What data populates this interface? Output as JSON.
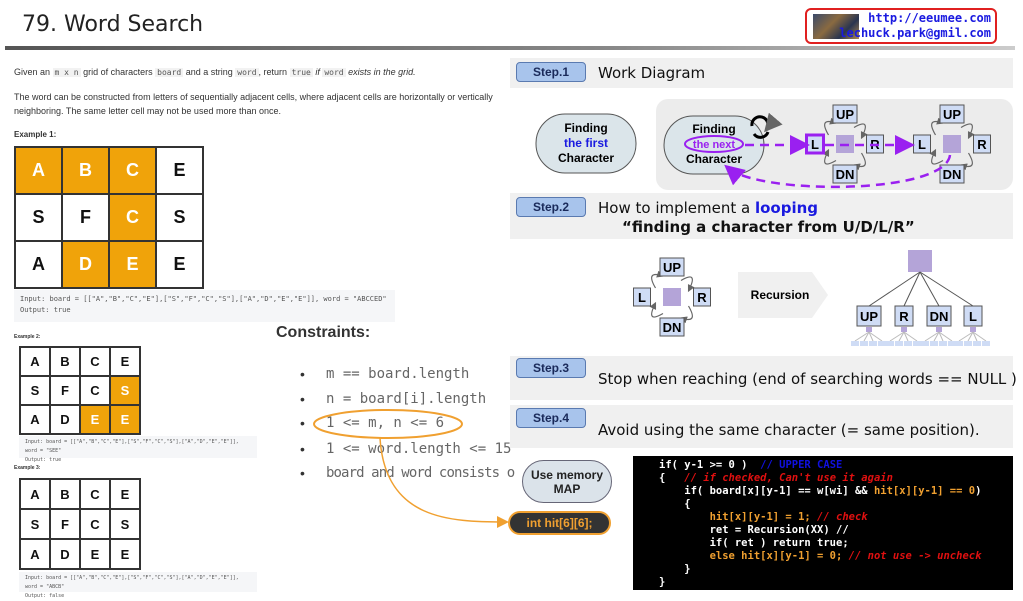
{
  "header": {
    "title": "79. Word Search",
    "contact_url": "http://eeumee.com",
    "contact_email": "lechuck.park@gmil.com"
  },
  "problem": {
    "p1_a": "Given an ",
    "p1_mxn": "m x n",
    "p1_b": " grid of characters ",
    "p1_board": "board",
    "p1_c": " and a string ",
    "p1_word": "word",
    "p1_d": ", return ",
    "p1_true": "true",
    "p1_e": " if ",
    "p1_word2": "word",
    "p1_f": " exists in the grid.",
    "p2": "The word can be constructed from letters of sequentially adjacent cells, where adjacent cells are horizontally or vertically neighboring. The same letter cell may not be used more than once.",
    "examples": [
      {
        "label": "Example 1:",
        "grid": [
          [
            "A",
            "B",
            "C",
            "E"
          ],
          [
            "S",
            "F",
            "C",
            "S"
          ],
          [
            "A",
            "D",
            "E",
            "E"
          ]
        ],
        "highlight": [
          [
            0,
            0
          ],
          [
            0,
            1
          ],
          [
            0,
            2
          ],
          [
            1,
            2
          ],
          [
            2,
            1
          ],
          [
            2,
            2
          ]
        ],
        "input": "Input: board = [[\"A\",\"B\",\"C\",\"E\"],[\"S\",\"F\",\"C\",\"S\"],[\"A\",\"D\",\"E\",\"E\"]], word = \"ABCCED\"",
        "output": "Output: true"
      },
      {
        "label": "Example 2:",
        "grid": [
          [
            "A",
            "B",
            "C",
            "E"
          ],
          [
            "S",
            "F",
            "C",
            "S"
          ],
          [
            "A",
            "D",
            "E",
            "E"
          ]
        ],
        "highlight": [
          [
            1,
            3
          ],
          [
            2,
            2
          ],
          [
            2,
            3
          ]
        ],
        "input": "Input: board = [[\"A\",\"B\",\"C\",\"E\"],[\"S\",\"F\",\"C\",\"S\"],[\"A\",\"D\",\"E\",\"E\"]], word = \"SEE\"",
        "output": "Output: true"
      },
      {
        "label": "Example 3:",
        "grid": [
          [
            "A",
            "B",
            "C",
            "E"
          ],
          [
            "S",
            "F",
            "C",
            "S"
          ],
          [
            "A",
            "D",
            "E",
            "E"
          ]
        ],
        "highlight": [],
        "input": "Input: board = [[\"A\",\"B\",\"C\",\"E\"],[\"S\",\"F\",\"C\",\"S\"],[\"A\",\"D\",\"E\",\"E\"]], word = \"ABCB\"",
        "output": "Output: false"
      }
    ]
  },
  "constraints": {
    "title": "Constraints:",
    "items": [
      "m == board.length",
      "n = board[i].length",
      "1 <= m, n <= 6",
      "1 <= word.length <= 15",
      "board and word consists o"
    ]
  },
  "memory": {
    "label_1": "Use memory",
    "label_2": "MAP",
    "hit": "int hit[6][6];"
  },
  "steps": [
    {
      "badge": "Step.1",
      "text": "Work Diagram"
    },
    {
      "badge": "Step.2",
      "text_a": "How to implement a ",
      "text_b": "looping",
      "text_2": "“finding a character from U/D/L/R”"
    },
    {
      "badge": "Step.3",
      "text": "Stop when reaching (end of searching words == NULL )"
    },
    {
      "badge": "Step.4",
      "text": "Avoid using the same character (= same position)."
    }
  ],
  "diagram": {
    "first_1": "Finding",
    "first_2": "the first",
    "first_3": "Character",
    "next_1": "Finding",
    "next_2": "the next",
    "next_3": "Character",
    "up": "UP",
    "dn": "DN",
    "l": "L",
    "r": "R",
    "recursion": "Recursion"
  },
  "code": [
    [
      [
        "w",
        "if( y-1 >= 0 )  "
      ],
      [
        "b",
        "// UPPER CASE"
      ]
    ],
    [
      [
        "w",
        "{   "
      ],
      [
        "r",
        "// if checked, Can't use it again"
      ]
    ],
    [
      [
        "w",
        "    if( board[x][y-1] == w[wi] && "
      ],
      [
        "o",
        "hit[x][y-1] == 0"
      ],
      [
        "w",
        ")"
      ]
    ],
    [
      [
        "w",
        "    {"
      ]
    ],
    [
      [
        "o",
        "        hit[x][y-1] = 1; "
      ],
      [
        "r",
        "// check"
      ]
    ],
    [
      [
        "w",
        "        ret = Recursion(XX) //"
      ]
    ],
    [
      [
        "w",
        "        if( ret ) return true;"
      ]
    ],
    [
      [
        "o",
        "        else hit[x][y-1] = 0; "
      ],
      [
        "r",
        "// not use -> uncheck"
      ]
    ],
    [
      [
        "w",
        "    }"
      ]
    ],
    [
      [
        "w",
        "}"
      ]
    ]
  ],
  "colors": {
    "highlight": "#f0a30a",
    "purple": "#9a20f0",
    "badge": "#a8c4ec"
  }
}
